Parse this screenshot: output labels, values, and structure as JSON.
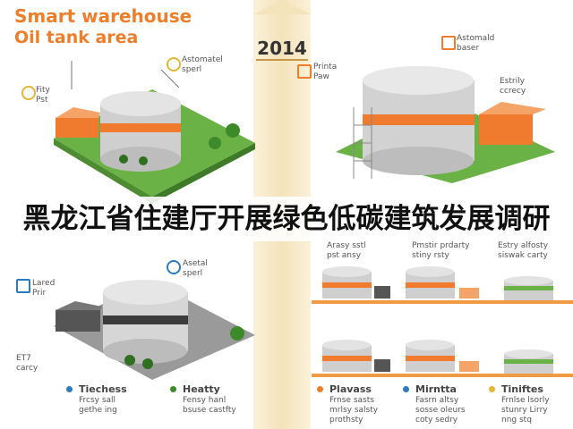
{
  "title": {
    "line1": "Smart warehouse",
    "line2": "Oil tank area"
  },
  "year": "2014",
  "overlay_caption": "黑龙江省住建厅开展绿色低碳建筑发展调研",
  "colors": {
    "accent_orange": "#ef7e2a",
    "grass_green": "#5aa73a",
    "tank_gray": "#c9c9c9",
    "timeline": "#f4e3bb"
  },
  "callouts": {
    "tl_1": "Astomatel\nsperl",
    "tl_2": "Fity\nPst",
    "tr_1": "Astomald\nbaser",
    "tr_2": "Printa\nPaw",
    "tr_3": "Estrily\nccrecy",
    "bl_1": "Asetal\nsperl",
    "bl_2": "Lared\nPrir",
    "bl_3": "ET7\ncarcy",
    "mid_1": "Arasy sstl\npst ansy",
    "mid_2": "Pmstir prdarty\nstiny rsty",
    "mid_3": "Estry alfosty\nsiswak carty"
  },
  "legend": [
    {
      "head": "Tiechess",
      "body": "Frcsy sall\ngethe ing",
      "icon": "blue-circle-icon"
    },
    {
      "head": "Heatty",
      "body": "Fensy hanl\nbsuse castfty",
      "icon": "green-circle-icon"
    },
    {
      "head": "Plavass",
      "body": "Frnse sasts\nmrlsy salsty\nprothsty",
      "icon": "orange-circle-icon"
    },
    {
      "head": "Mirntta",
      "body": "Fasrn altsy\nsosse oleurs\ncoty sedry",
      "icon": "blue-circle-icon"
    },
    {
      "head": "Tiniftes",
      "body": "Frnlse lsorly\nstunry Lirry\nnng stq",
      "icon": "yellow-circle-icon"
    }
  ]
}
